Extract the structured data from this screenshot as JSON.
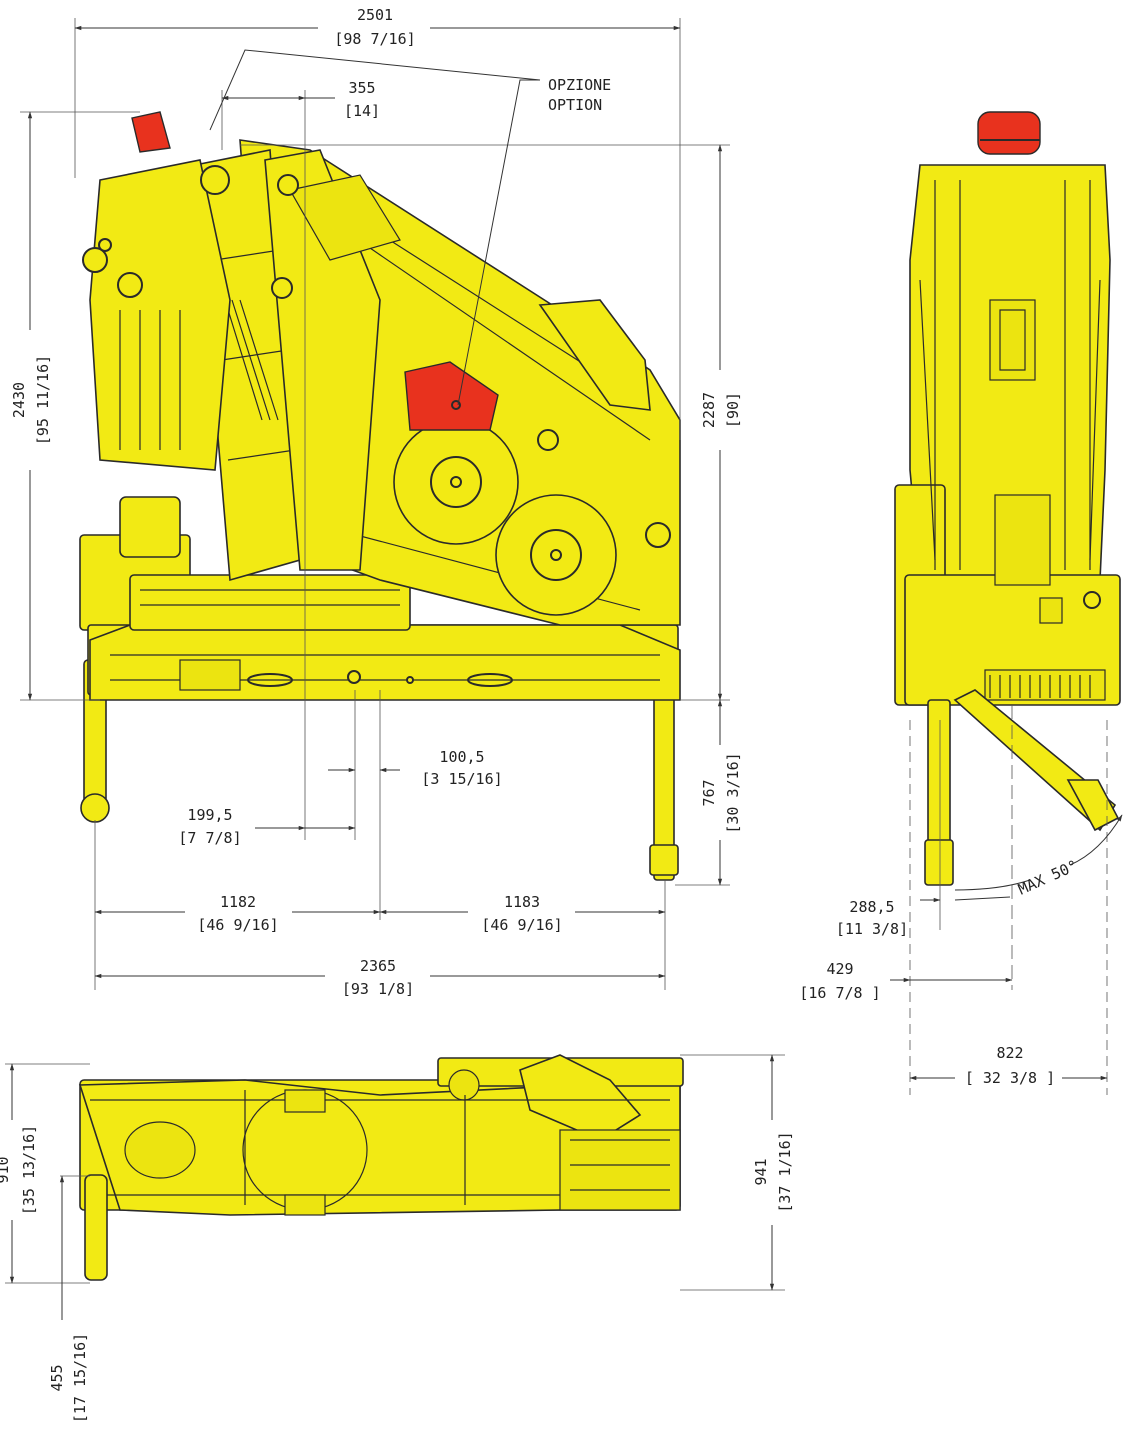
{
  "drawing": {
    "option_label": {
      "it": "OPZIONE",
      "en": "OPTION"
    },
    "side_view": {
      "overall_length": {
        "mm": "2501",
        "in": "[98 7/16]"
      },
      "option_offset": {
        "mm": "355",
        "in": "[14]"
      },
      "overall_height": {
        "mm": "2430",
        "in": "[95 11/16]"
      },
      "body_height": {
        "mm": "2287",
        "in": "[90]"
      },
      "leg_extension": {
        "mm": "767",
        "in": "[30 3/16]"
      },
      "column_offset_a": {
        "mm": "100,5",
        "in": "[3 15/16]"
      },
      "column_offset_b": {
        "mm": "199,5",
        "in": "[7 7/8]"
      },
      "left_half": {
        "mm": "1182",
        "in": "[46 9/16]"
      },
      "right_half": {
        "mm": "1183",
        "in": "[46 9/16]"
      },
      "base_width": {
        "mm": "2365",
        "in": "[93 1/8]"
      }
    },
    "front_view": {
      "angle_label": "MAX 50°",
      "leg_offset": {
        "mm": "288,5",
        "in": "[11 3/8]"
      },
      "center_offset": {
        "mm": "429",
        "in": "[16 7/8 ]"
      },
      "overall_width": {
        "mm": "822",
        "in": "[ 32 3/8 ]"
      }
    },
    "top_view": {
      "width": {
        "mm": "910",
        "in": "[35 13/16]"
      },
      "leg_offset": {
        "mm": "455",
        "in": "[17 15/16]"
      },
      "overall_width": {
        "mm": "941",
        "in": "[37 1/16]"
      }
    },
    "colors": {
      "body": "#f2ea14",
      "option": "#e8321e",
      "lines": "#2a2a2a"
    }
  }
}
